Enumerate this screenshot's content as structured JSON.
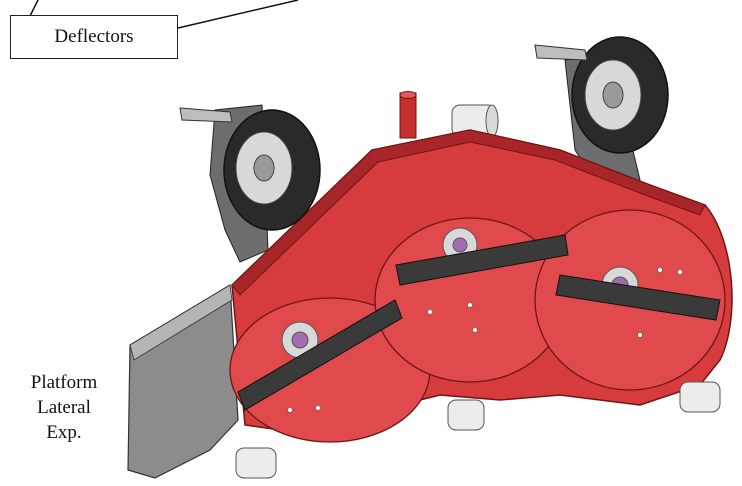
{
  "callout": {
    "label": "Deflectors"
  },
  "side_label": {
    "lines": [
      "Platform",
      "Lateral",
      "Exp."
    ]
  },
  "colors": {
    "deck": "#d63b3e",
    "deck_dark": "#a8262a",
    "deck_light": "#e76668",
    "metal": "#8a8a8a",
    "metal_dark": "#4d4d4d",
    "tire": "#2a2a2a",
    "rim": "#d8d8d8",
    "roller": "#e9e9e9"
  },
  "icons": [
    "mower-deck-illustration",
    "wheel-icon",
    "blade-icon",
    "roller-icon"
  ]
}
